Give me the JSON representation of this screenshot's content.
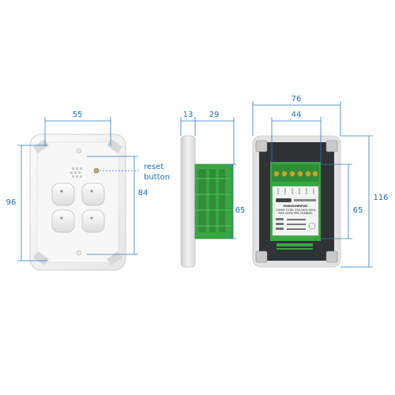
{
  "colors": {
    "dimension": "#1f6fb2",
    "plate": "#f4f4f4",
    "module_green": "#3aa642",
    "module_dark": "#2f3336"
  },
  "front_view": {
    "width_label": "55",
    "height_outer_label": "96",
    "height_inner_label": "84",
    "reset_label_line1": "reset",
    "reset_label_line2": "button"
  },
  "side_view": {
    "plate_depth_label": "13",
    "module_depth_label": "29",
    "module_height_label": "65"
  },
  "back_view": {
    "width_outer_label": "76",
    "width_inner_label": "44",
    "height_outer_label": "116",
    "height_inner_label": "65",
    "product_code": "PWR4SW6RPWZ",
    "spec_line1": "1000W TOTAL 230-240V 50Hz",
    "spec_line2": "MAX 250W PER CHANNEL"
  }
}
